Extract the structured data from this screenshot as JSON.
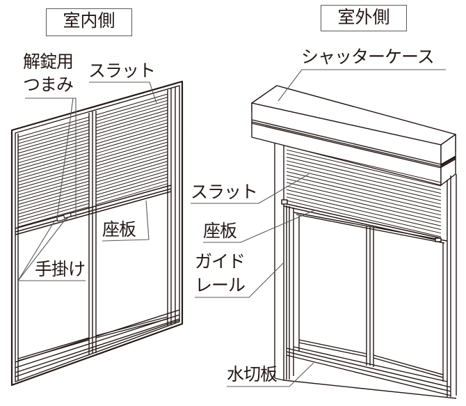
{
  "headers": {
    "indoor": "室内側",
    "outdoor": "室外側"
  },
  "indoor_labels": {
    "unlock_knob_line1": "解錠用",
    "unlock_knob_line2": "つまみ",
    "slat": "スラット",
    "bottom_bar": "座板",
    "handle": "手掛け"
  },
  "outdoor_labels": {
    "shutter_case": "シャッターケース",
    "slat": "スラット",
    "bottom_bar": "座板",
    "guide_rail_line1": "ガイド",
    "guide_rail_line2": "レール",
    "water_drip_plate": "水切板"
  },
  "colors": {
    "line": "#231815",
    "leader": "#595757",
    "background": "#ffffff"
  }
}
